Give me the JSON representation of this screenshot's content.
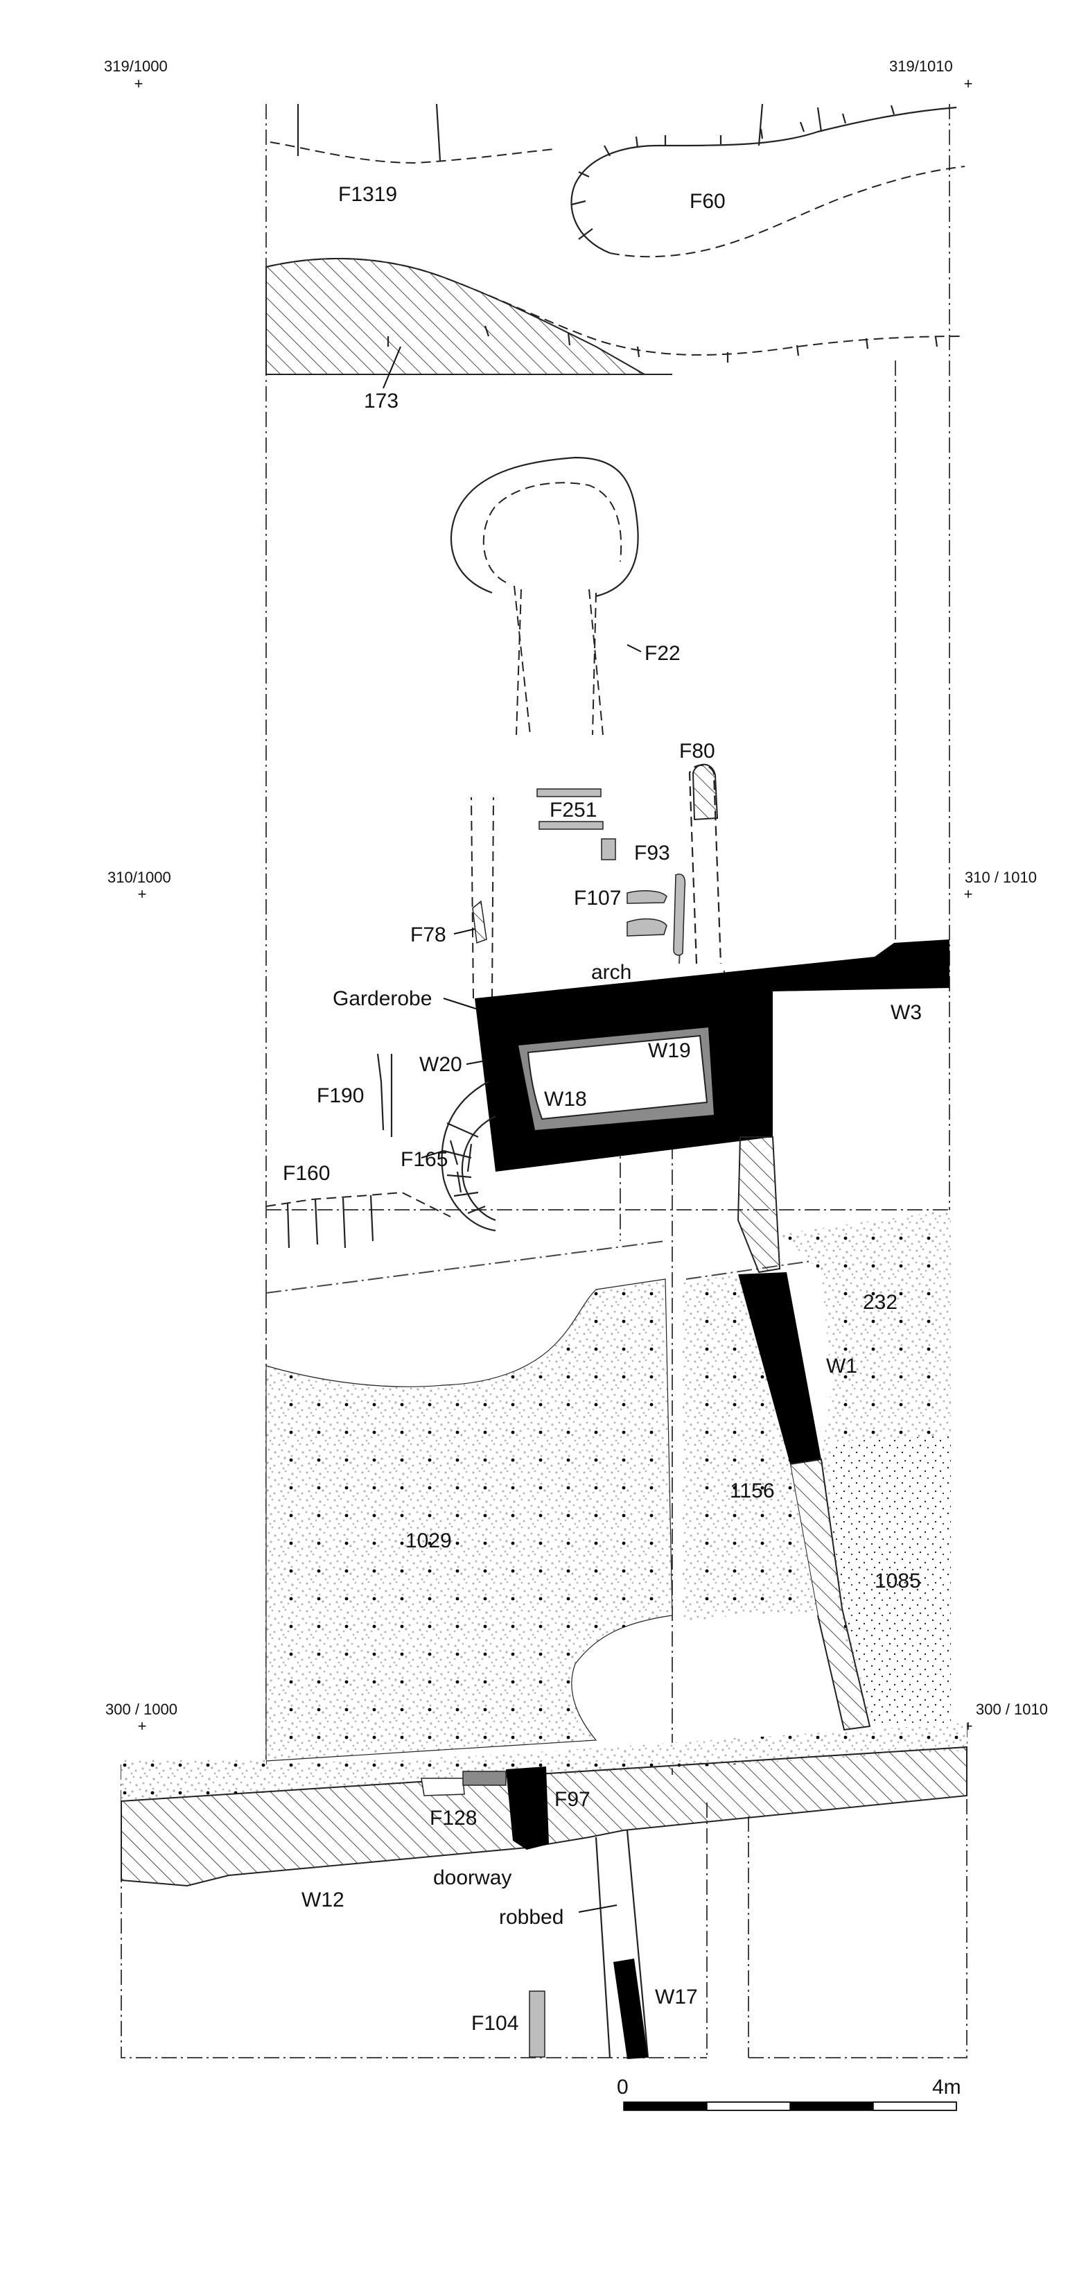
{
  "grid_labels": {
    "nw_top": "319/1000",
    "ne_top": "319/1010",
    "w_mid": "310/1000",
    "e_mid": "310 / 1010",
    "w_bottom": "300 / 1000",
    "e_bottom": "300 / 1010"
  },
  "features": {
    "f1319": "F1319",
    "f60": "F60",
    "c173": "173",
    "f22": "F22",
    "f80": "F80",
    "f251": "F251",
    "f93": "F93",
    "f107": "F107",
    "f78": "F78",
    "arch": "arch",
    "garderobe": "Garderobe",
    "w3": "W3",
    "w19": "W19",
    "w20": "W20",
    "w18": "W18",
    "f190": "F190",
    "f165": "F165",
    "f160": "F160",
    "c232": "232",
    "w1": "W1",
    "c1156": "1156",
    "c1029": "1029",
    "c1085": "1085",
    "f128": "F128",
    "f97": "F97",
    "w12": "W12",
    "doorway": "doorway",
    "robbed": "robbed",
    "w17": "W17",
    "f104": "F104"
  },
  "scale_bar": {
    "start": "0",
    "end": "4m",
    "segments": 4
  },
  "colors": {
    "wall_fill": "#000000",
    "stipple_grey": "#b5b5b5",
    "light_grey": "#bdbdbd",
    "mid_grey": "#8a8a8a"
  }
}
